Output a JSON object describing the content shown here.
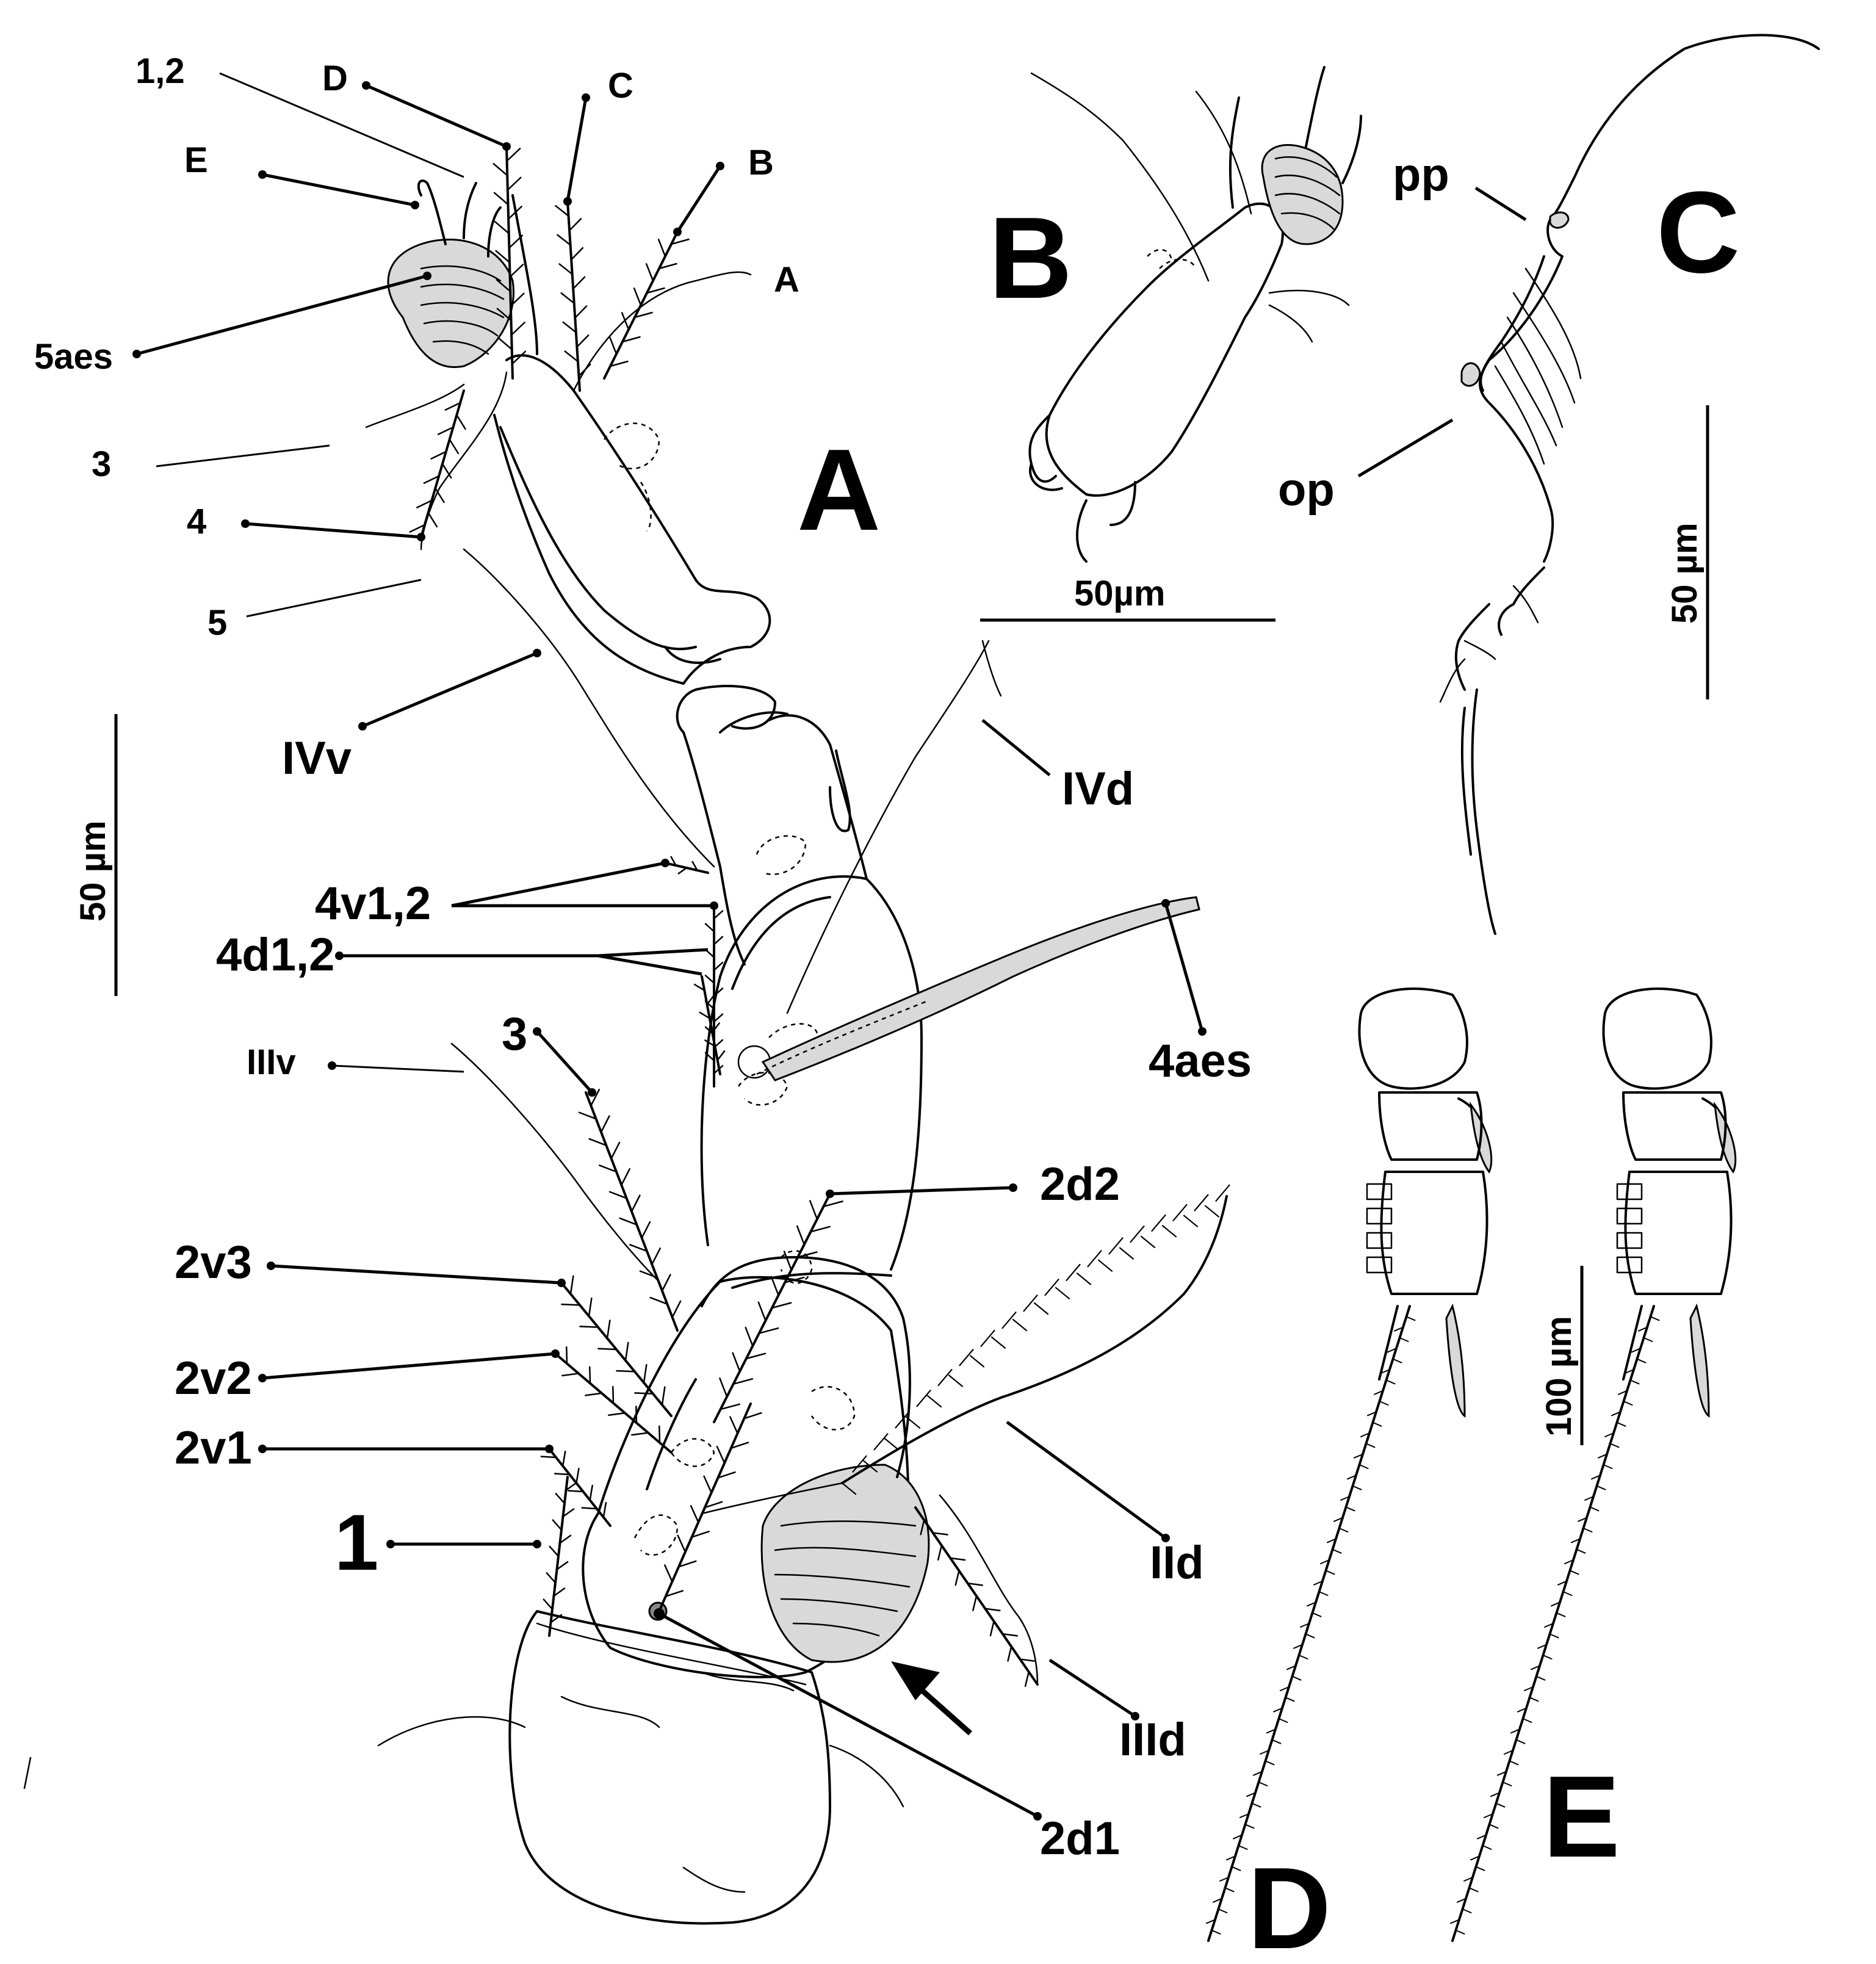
{
  "panels": {
    "a": "A",
    "b": "B",
    "c": "C",
    "d": "D",
    "e": "E"
  },
  "labels": {
    "seta_12": "1,2",
    "seta_D": "D",
    "seta_C": "C",
    "seta_E": "E",
    "seta_B": "B",
    "seta_A": "A",
    "aes5": "5aes",
    "seta_3_top": "3",
    "seta_4": "4",
    "seta_5": "5",
    "IVv": "IVv",
    "IVd": "IVd",
    "v4_12": "4v1,2",
    "d4_12": "4d1,2",
    "aes4": "4aes",
    "IIIv": "IIIv",
    "seta_3_mid": "3",
    "d2_2": "2d2",
    "v2_3": "2v3",
    "v2_2": "2v2",
    "v2_1": "2v1",
    "seta_1": "1",
    "IId": "IId",
    "IIId": "IIId",
    "d2_1": "2d1",
    "pp": "pp",
    "op": "op"
  },
  "scale_bars": {
    "a": "50 µm",
    "b": "50µm",
    "c": "50 µm",
    "de": "100 µm"
  }
}
